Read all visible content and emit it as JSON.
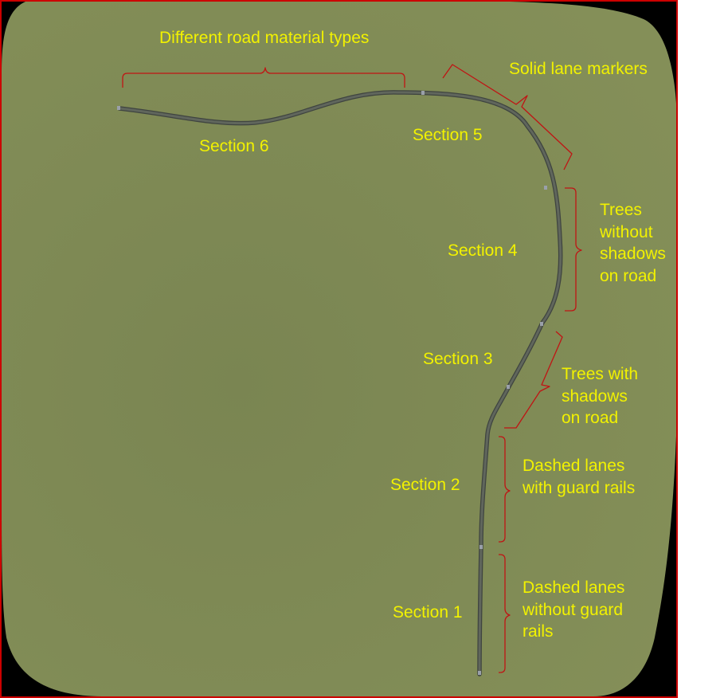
{
  "colors": {
    "frame": "#cc0000",
    "terrain": "#7f8a55",
    "background": "#000000",
    "road": "#545a4e",
    "marker": "#9aa0aa",
    "brace": "#c01414",
    "label": "#f2f200"
  },
  "sections": [
    {
      "id": 6,
      "label": "Section 6"
    },
    {
      "id": 5,
      "label": "Section 5"
    },
    {
      "id": 4,
      "label": "Section 4"
    },
    {
      "id": 3,
      "label": "Section 3"
    },
    {
      "id": 2,
      "label": "Section 2"
    },
    {
      "id": 1,
      "label": "Section 1"
    }
  ],
  "annotations": {
    "materials": {
      "lines": [
        "Different road material types"
      ]
    },
    "solid_lanes": {
      "lines": [
        "Solid lane markers"
      ]
    },
    "no_shadows": {
      "lines": [
        "Trees",
        "without",
        "shadows",
        "on road"
      ]
    },
    "shadows": {
      "lines": [
        "Trees with",
        "shadows",
        "on road"
      ]
    },
    "guard_rails": {
      "lines": [
        "Dashed lanes",
        "with guard rails"
      ]
    },
    "no_guard_rails": {
      "lines": [
        "Dashed lanes",
        "without guard",
        "rails"
      ]
    }
  }
}
